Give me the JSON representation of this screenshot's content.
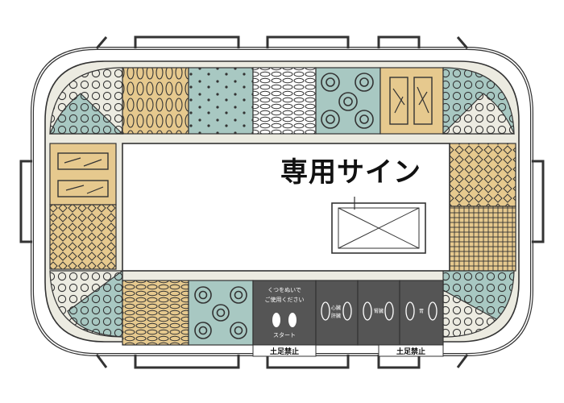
{
  "sign": {
    "title": "専用サイン"
  },
  "panels": {
    "start_line1": "くつをぬいで",
    "start_line2": "ご使用ください",
    "start_label": "スタート",
    "foot_a_1": "心臓",
    "foot_a_2": "肝臓",
    "foot_b": "腎臓",
    "foot_c": "胃",
    "no_shoes_left": "土足禁止",
    "no_shoes_right": "土足禁止"
  },
  "colors": {
    "teal": "#a8c8c2",
    "sand": "#e6c98e",
    "cream": "#ecebe1",
    "dark": "#555555",
    "line": "#333333"
  }
}
